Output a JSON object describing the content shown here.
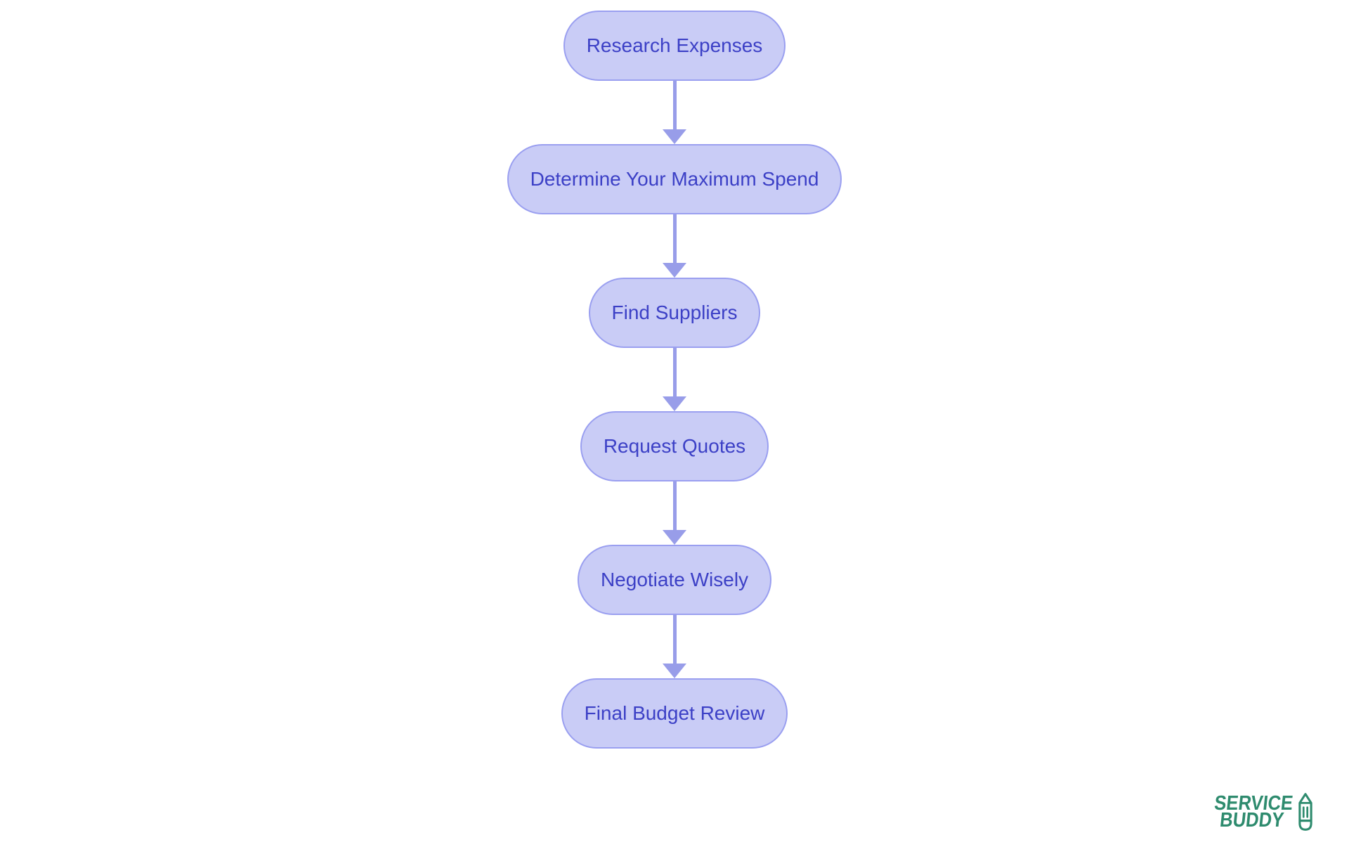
{
  "diagram": {
    "type": "flowchart",
    "direction": "top-down",
    "nodes": [
      {
        "label": "Research Expenses"
      },
      {
        "label": "Determine Your Maximum Spend"
      },
      {
        "label": "Find Suppliers"
      },
      {
        "label": "Request Quotes"
      },
      {
        "label": "Negotiate Wisely"
      },
      {
        "label": "Final Budget Review"
      }
    ],
    "edges": [
      {
        "from": "Research Expenses",
        "to": "Determine Your Maximum Spend"
      },
      {
        "from": "Determine Your Maximum Spend",
        "to": "Find Suppliers"
      },
      {
        "from": "Find Suppliers",
        "to": "Request Quotes"
      },
      {
        "from": "Request Quotes",
        "to": "Negotiate Wisely"
      },
      {
        "from": "Negotiate Wisely",
        "to": "Final Budget Review"
      }
    ],
    "colors": {
      "node_fill": "#c9ccf6",
      "node_border": "#9a9ff0",
      "node_text": "#3c40c6",
      "arrow": "#989de9",
      "background": "#ffffff"
    }
  },
  "logo": {
    "line1": "SERVICE",
    "line2": "BUDDY",
    "icon": "pencil-icon",
    "color": "#2e8b6e"
  }
}
